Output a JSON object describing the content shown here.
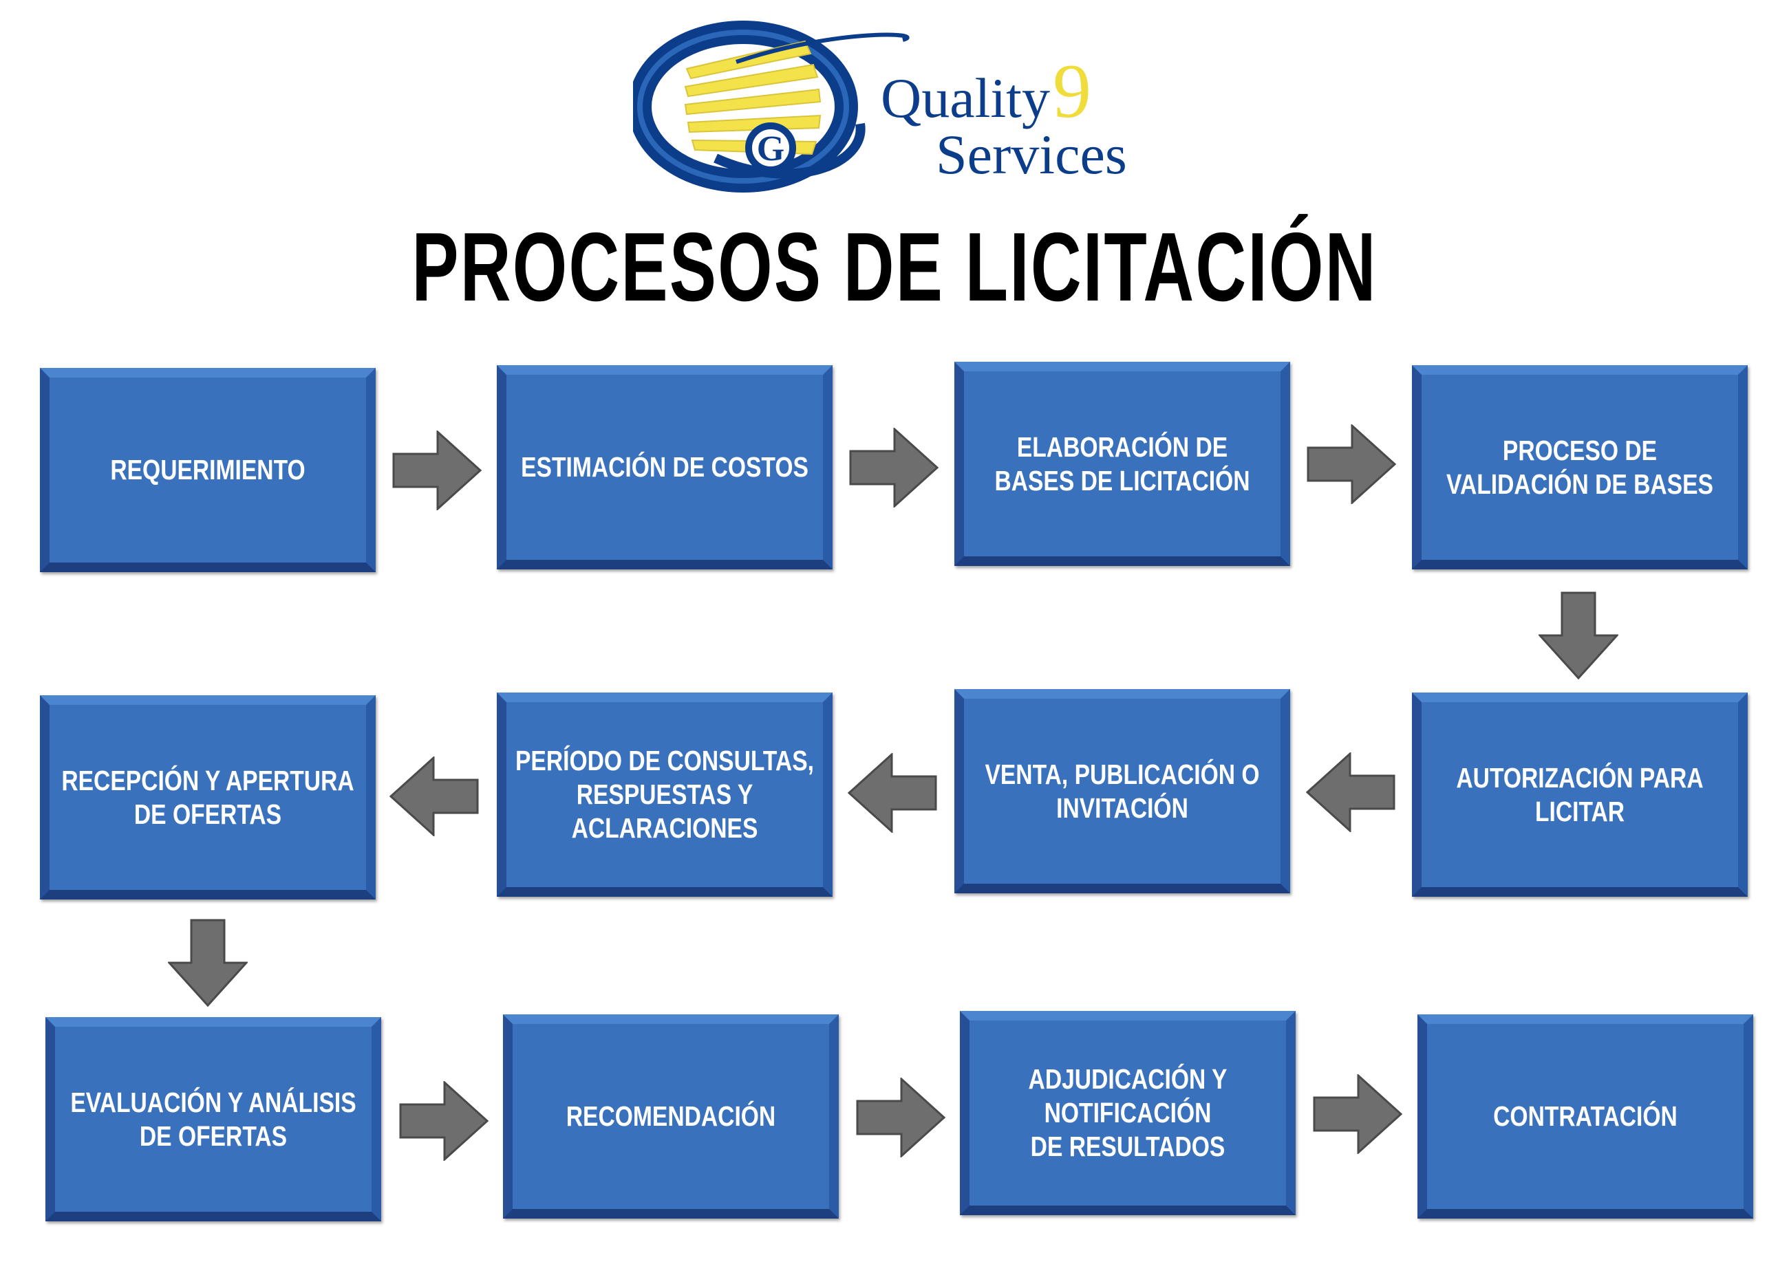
{
  "logo": {
    "icon": "q9s-emblem-icon",
    "line1_text": "Quality",
    "line1_digit": "9",
    "line2_text": "Services",
    "emblem_letter": "G",
    "colors": {
      "navy": "#0b3d8a",
      "yellow": "#f4e24a",
      "digit": "#f0dc3a"
    }
  },
  "title": "PROCESOS DE LICITACIÓN",
  "colors": {
    "box": "#3a71bd",
    "arrow": "#6e6e6e"
  },
  "steps": [
    {
      "label": "REQUERIMIENTO"
    },
    {
      "label": "ESTIMACIÓN DE COSTOS"
    },
    {
      "label": "ELABORACIÓN DE\nBASES DE LICITACIÓN"
    },
    {
      "label": "PROCESO DE\nVALIDACIÓN DE BASES"
    },
    {
      "label": "AUTORIZACIÓN PARA LICITAR"
    },
    {
      "label": "VENTA, PUBLICACIÓN O\nINVITACIÓN"
    },
    {
      "label": "PERÍODO DE CONSULTAS,\nRESPUESTAS Y ACLARACIONES"
    },
    {
      "label": "RECEPCIÓN Y APERTURA\nDE OFERTAS"
    },
    {
      "label": "EVALUACIÓN Y ANÁLISIS\nDE OFERTAS"
    },
    {
      "label": "RECOMENDACIÓN"
    },
    {
      "label": "ADJUDICACIÓN Y\nNOTIFICACIÓN\nDE RESULTADOS"
    },
    {
      "label": "CONTRATACIÓN"
    }
  ],
  "connectors": [
    {
      "from": 0,
      "to": 1,
      "direction": "right"
    },
    {
      "from": 1,
      "to": 2,
      "direction": "right"
    },
    {
      "from": 2,
      "to": 3,
      "direction": "right"
    },
    {
      "from": 3,
      "to": 4,
      "direction": "down"
    },
    {
      "from": 4,
      "to": 5,
      "direction": "left"
    },
    {
      "from": 5,
      "to": 6,
      "direction": "left"
    },
    {
      "from": 6,
      "to": 7,
      "direction": "left"
    },
    {
      "from": 7,
      "to": 8,
      "direction": "down"
    },
    {
      "from": 8,
      "to": 9,
      "direction": "right"
    },
    {
      "from": 9,
      "to": 10,
      "direction": "right"
    },
    {
      "from": 10,
      "to": 11,
      "direction": "right"
    }
  ]
}
